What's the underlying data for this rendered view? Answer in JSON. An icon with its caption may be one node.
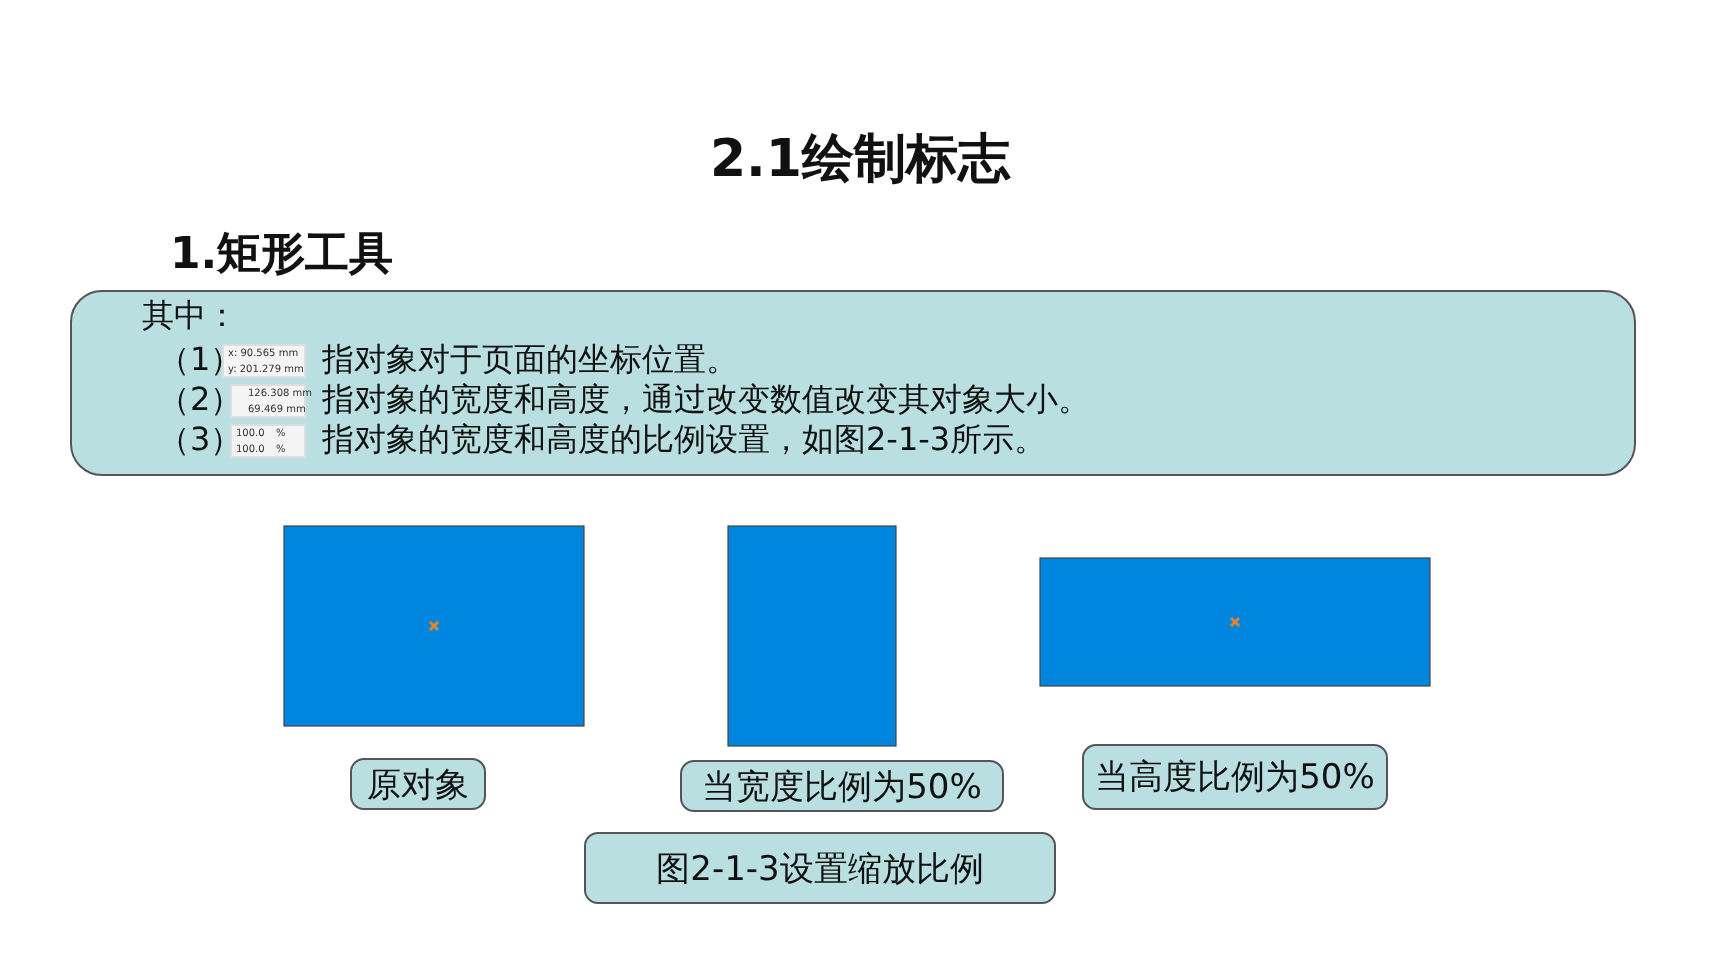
{
  "diagram": {
    "title": "2.1绘制标志",
    "nodes": [
      {
        "text": [
          "其中：",
          "（1）",
          "指对象对于页面的坐标位置。",
          "（2）",
          "指对象的宽度和高度，通过改变数值改变其对象大小。",
          "（3）",
          "指对象的宽度和高度的比例设置，如图2-1-3所示。"
        ]
      },
      {
        "text": [
          "原对象"
        ]
      },
      {
        "text": [
          "当宽度比例为50%"
        ]
      },
      {
        "text": [
          "当高度比例为50%"
        ]
      },
      {
        "text": [
          "图2-1-3设置缩放比例"
        ]
      }
    ],
    "labels": [
      "1.矩形工具",
      "x: 90.565 mm",
      "y: 201.279 mm",
      "126.308 mm",
      "69.469 mm",
      "100.0",
      "%",
      "100.0",
      "%"
    ]
  }
}
